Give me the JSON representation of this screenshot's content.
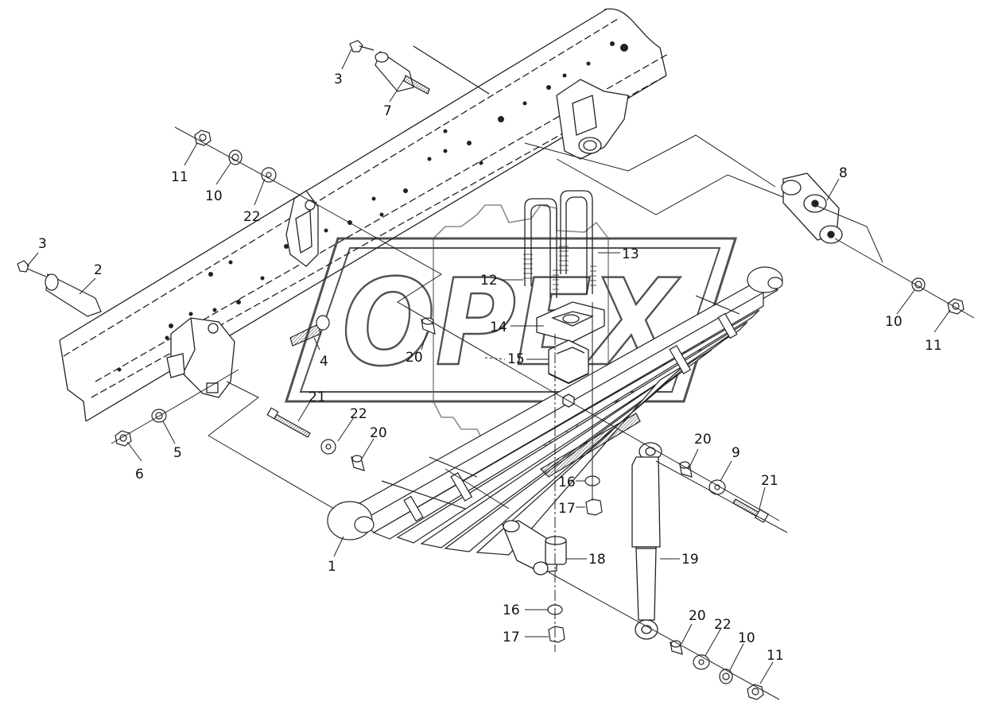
{
  "watermark": {
    "text": "OPEX"
  },
  "callouts": [
    {
      "id": "c3a",
      "label": "3"
    },
    {
      "id": "c7",
      "label": "7"
    },
    {
      "id": "c11a",
      "label": "11"
    },
    {
      "id": "c10a",
      "label": "10"
    },
    {
      "id": "c22a",
      "label": "22"
    },
    {
      "id": "c3b",
      "label": "3"
    },
    {
      "id": "c2",
      "label": "2"
    },
    {
      "id": "c4",
      "label": "4"
    },
    {
      "id": "c6",
      "label": "6"
    },
    {
      "id": "c5",
      "label": "5"
    },
    {
      "id": "c21a",
      "label": "21"
    },
    {
      "id": "c22b",
      "label": "22"
    },
    {
      "id": "c20a",
      "label": "20"
    },
    {
      "id": "c1",
      "label": "1"
    },
    {
      "id": "c8",
      "label": "8"
    },
    {
      "id": "c10b",
      "label": "10"
    },
    {
      "id": "c11b",
      "label": "11"
    },
    {
      "id": "c13",
      "label": "13"
    },
    {
      "id": "c12",
      "label": "12"
    },
    {
      "id": "c14",
      "label": "14"
    },
    {
      "id": "c20b",
      "label": "20"
    },
    {
      "id": "c15",
      "label": "15"
    },
    {
      "id": "c20c",
      "label": "20"
    },
    {
      "id": "c9",
      "label": "9"
    },
    {
      "id": "c21b",
      "label": "21"
    },
    {
      "id": "c16a",
      "label": "16"
    },
    {
      "id": "c17a",
      "label": "17"
    },
    {
      "id": "c18",
      "label": "18"
    },
    {
      "id": "c19",
      "label": "19"
    },
    {
      "id": "c16b",
      "label": "16"
    },
    {
      "id": "c17b",
      "label": "17"
    },
    {
      "id": "c20d",
      "label": "20"
    },
    {
      "id": "c22c",
      "label": "22"
    },
    {
      "id": "c10c",
      "label": "10"
    },
    {
      "id": "c11c",
      "label": "11"
    }
  ]
}
